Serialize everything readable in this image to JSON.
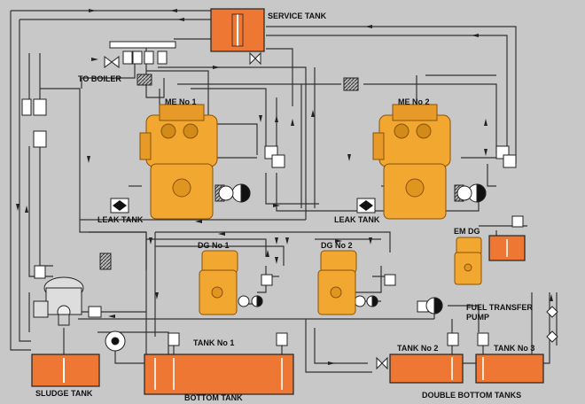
{
  "labels": {
    "service_tank": "SERVICE TANK",
    "to_boiler": "TO BOILER",
    "me1": "ME No 1",
    "me2": "ME No 2",
    "leak_tank_1": "LEAK TANK",
    "leak_tank_2": "LEAK TANK",
    "dg1": "DG No 1",
    "dg2": "DG No 2",
    "em_dg": "EM DG",
    "fuel_transfer_pump_l1": "FUEL TRANSFER",
    "fuel_transfer_pump_l2": "PUMP",
    "tank1": "TANK No 1",
    "tank2": "TANK No 2",
    "tank3": "TANK No 3",
    "sludge_tank": "SLUDGE TANK",
    "bottom_tank": "BOTTOM TANK",
    "double_bottom_tanks": "DOUBLE BOTTOM TANKS"
  },
  "colors": {
    "tank_fill": "#ee7733",
    "engine_fill": "#f2a830",
    "engine_dark": "#b06a10",
    "pipe": "#333333",
    "valve_fill": "#ffffff",
    "background": "#c8c8c8"
  }
}
